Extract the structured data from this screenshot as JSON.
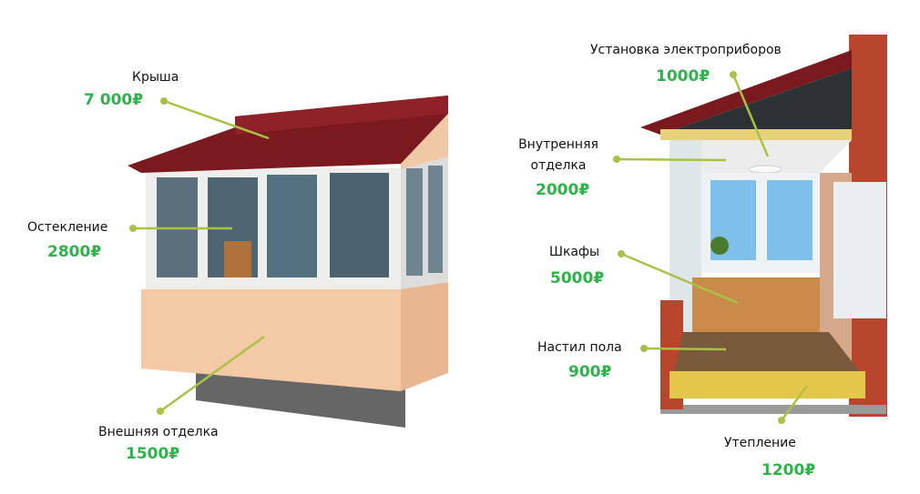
{
  "colors": {
    "price": "#2db34a",
    "leader": "#a9c244",
    "roof": "#7a1a1f",
    "siding": "#f2c9a8",
    "brick": "#b8462c"
  },
  "left_balcony": {
    "items": [
      {
        "label": "Крыша",
        "price": "7 000₽"
      },
      {
        "label": "Остекление",
        "price": "2800₽"
      },
      {
        "label": "Внешняя отделка",
        "price": "1500₽"
      }
    ]
  },
  "right_balcony": {
    "items": [
      {
        "label": "Установка электроприборов",
        "price": "1000₽"
      },
      {
        "label": "Внутренняя отделка",
        "label_line1": "Внутренняя",
        "label_line2": "отделка",
        "price": "2000₽"
      },
      {
        "label": "Шкафы",
        "price": "5000₽"
      },
      {
        "label": "Настил пола",
        "price": "900₽"
      },
      {
        "label": "Утепление",
        "price": "1200₽"
      }
    ]
  }
}
